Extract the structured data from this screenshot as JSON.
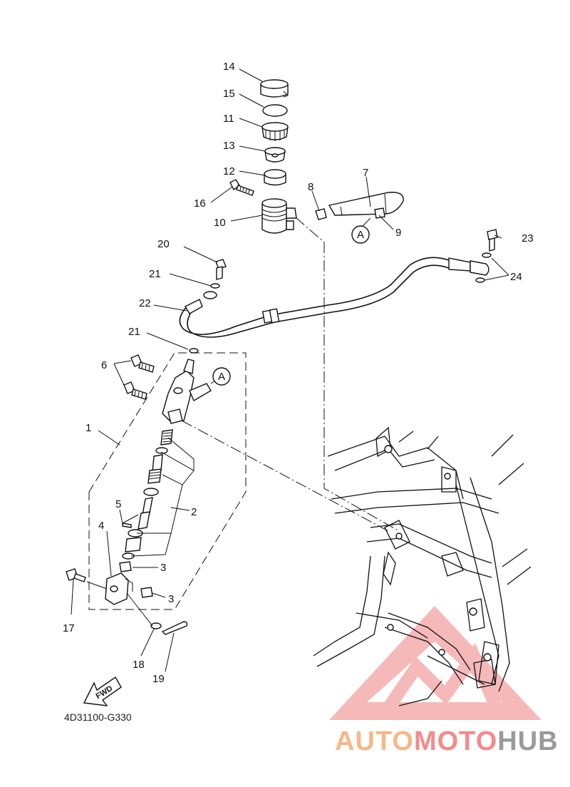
{
  "diagram_code": "4D31100-G330",
  "fwd_label": "FWD",
  "ref_marker": "A",
  "callouts": {
    "c1": "1",
    "c2": "2",
    "c3a": "3",
    "c3b": "3",
    "c4": "4",
    "c5": "5",
    "c6": "6",
    "c7": "7",
    "c8": "8",
    "c9": "9",
    "c10": "10",
    "c11": "11",
    "c12": "12",
    "c13": "13",
    "c14": "14",
    "c15": "15",
    "c16": "16",
    "c17": "17",
    "c18": "18",
    "c19": "19",
    "c20": "20",
    "c21a": "21",
    "c21b": "21",
    "c22": "22",
    "c23": "23",
    "c24": "24"
  },
  "watermark": {
    "part1": "AUTO",
    "part2": "MOTO",
    "part3": "HUB"
  },
  "colors": {
    "line": "#111111",
    "watermark_triangle": "#f08080",
    "watermark_auto": "#f5b88a",
    "watermark_moto": "#f28c8c",
    "watermark_hub": "#9a9a9a"
  }
}
